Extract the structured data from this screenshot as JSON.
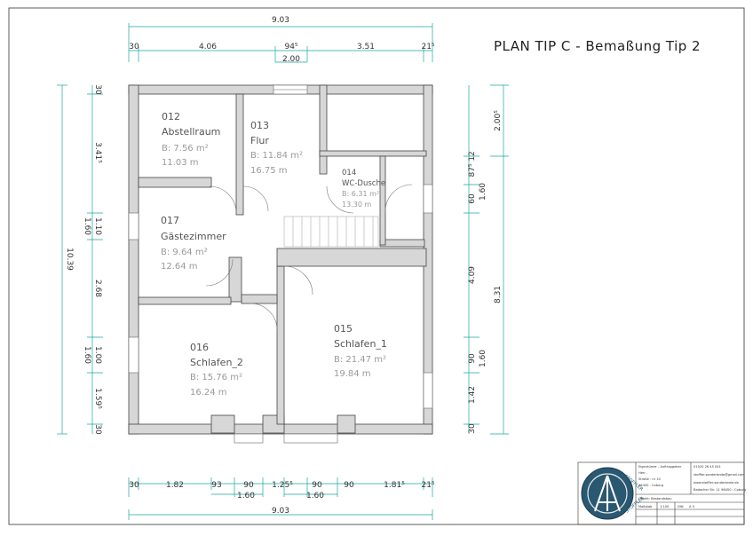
{
  "plan_title": "PLAN TIP C - Bemaßung Tip 2",
  "rooms": [
    {
      "number": "012",
      "name": "Abstellraum",
      "area": "B: 7.56 m²",
      "perimeter": "11.03 m"
    },
    {
      "number": "013",
      "name": "Flur",
      "area": "B: 11.84 m²",
      "perimeter": "16.75 m"
    },
    {
      "number": "014",
      "name": "WC-Dusche",
      "area": "B: 6.31 m²",
      "perimeter": "13.30 m"
    },
    {
      "number": "017",
      "name": "Gästezimmer",
      "area": "B: 9.64 m²",
      "perimeter": "12.64 m"
    },
    {
      "number": "016",
      "name": "Schlafen_2",
      "area": "B: 15.76 m²",
      "perimeter": "16.24 m"
    },
    {
      "number": "015",
      "name": "Schlafen_1",
      "area": "B: 21.47 m²",
      "perimeter": "19.84 m"
    }
  ],
  "dimensions": {
    "top_total": "9.03",
    "top_chain": [
      "30",
      "4.06",
      "94⁵",
      "3.51",
      "21⁵"
    ],
    "top_sub": "2.00",
    "bottom_chain": [
      "30",
      "1.82",
      "93",
      "90",
      "1.25⁵",
      "90",
      "90",
      "1.81⁵",
      "21⁵"
    ],
    "bottom_sub": [
      "1.60",
      "1.60"
    ],
    "bottom_total": "9.03",
    "left_total": "10.39",
    "left_chain": [
      "30",
      "3.41⁵",
      "1.10",
      "1.60",
      "2.68",
      "1.60",
      "1.00",
      "1.59⁵",
      "30"
    ],
    "right_outer": [
      "2.00⁵",
      "8.31"
    ],
    "right_chain": [
      "12",
      "87⁵",
      "60",
      "4.09",
      "90",
      "1.42",
      "30"
    ],
    "right_sub": [
      "1.60",
      "1.60"
    ]
  },
  "title_block": {
    "owner_label": "Eigentümer - Auftraggeber",
    "owner_name": "Herr -",
    "street": "Straße : nr 10",
    "city": "96450 - Coburg",
    "phone": "01520 26 45 041",
    "email": "stoffler.sonderbrote@gmail.com",
    "web": "www.stoffler-sonderbrote.de",
    "address2": "Badacher Str. 11 96450 - Coburg",
    "object_label": "Objekt: Bestandsbau",
    "scale_label": "Maßstab",
    "scale_value": "1:100",
    "format_label": "DIN",
    "format_value": "A 3",
    "logo_text": "STOFFLER",
    "logo_subtext": "STOFFLER"
  },
  "colors": {
    "wall": "#d7d7d7",
    "wall_outline": "#444444",
    "dim": "#1aa5a0",
    "text": "#555555",
    "room_sub": "#9a9a9a"
  }
}
